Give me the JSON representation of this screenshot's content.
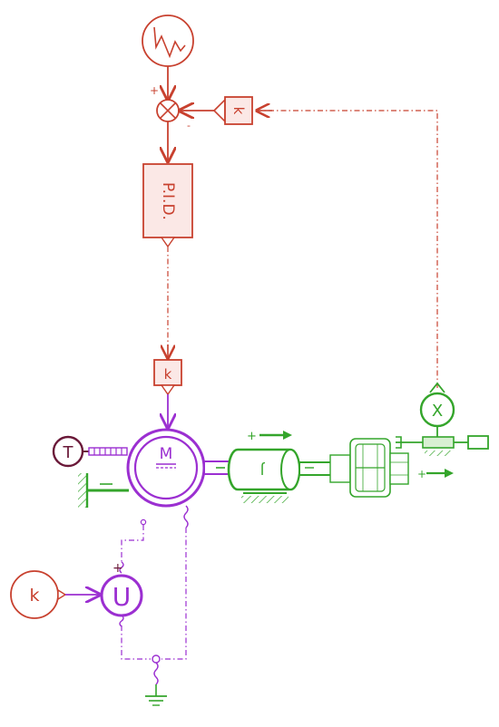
{
  "colors": {
    "control": "#c8412f",
    "control_fill": "#fbe8e6",
    "motor": "#9b2fd1",
    "torque": "#6a1838",
    "mechanical": "#34a52b",
    "ground": "#34a52b"
  },
  "blocks": {
    "signal_source": {
      "icon": "waveform-icon"
    },
    "summing_junction": {
      "plus_sign": "+",
      "minus_sign": "-"
    },
    "feedback_gain": {
      "label": "k"
    },
    "pid": {
      "label": "P.I.D."
    },
    "forward_gain": {
      "label": "k"
    },
    "position_sensor": {
      "label": "X"
    },
    "torque_source": {
      "label": "T"
    },
    "motor": {
      "label": "M"
    },
    "voltage_source": {
      "label": "U",
      "polarity": "+"
    },
    "voltage_constant": {
      "label": "k"
    },
    "inertia": {
      "label": "J"
    },
    "inertia_direction": {
      "sign": "+"
    },
    "gearbox_direction": {
      "sign": "+"
    }
  }
}
